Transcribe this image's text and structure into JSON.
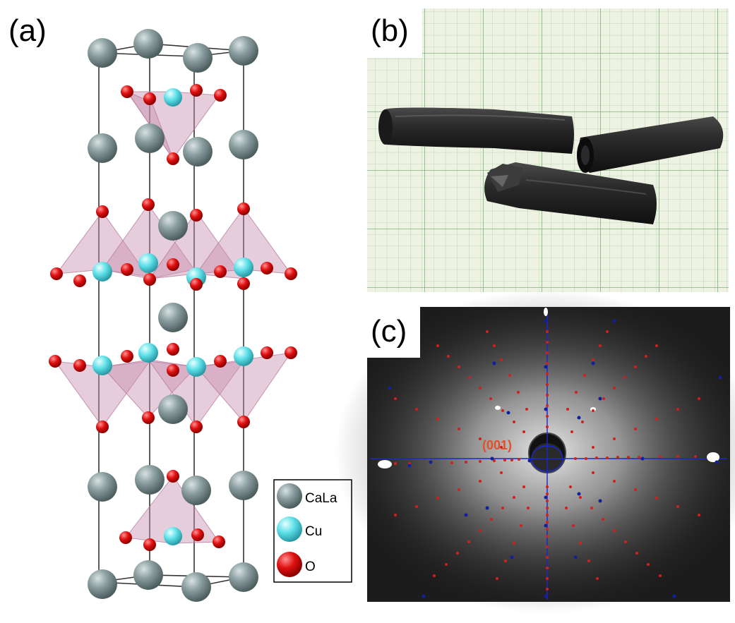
{
  "panels": {
    "a": {
      "label": "(a)"
    },
    "b": {
      "label": "(b)"
    },
    "c": {
      "label": "(c)"
    }
  },
  "legend": [
    {
      "name": "CaLa",
      "color": "#8c9fa0"
    },
    {
      "name": "Cu",
      "color": "#5ee0e8"
    },
    {
      "name": "O",
      "color": "#e01010"
    }
  ],
  "laue": {
    "reflection_label": "(001)"
  },
  "colors": {
    "atom_cala": "#8c9fa0",
    "atom_cu": "#5ee0e8",
    "atom_o": "#e01010",
    "polyhedron": "#c890b0",
    "paper_grid": "#9fc79a",
    "laue_red": "#d02020",
    "laue_blue": "#1020a0"
  }
}
